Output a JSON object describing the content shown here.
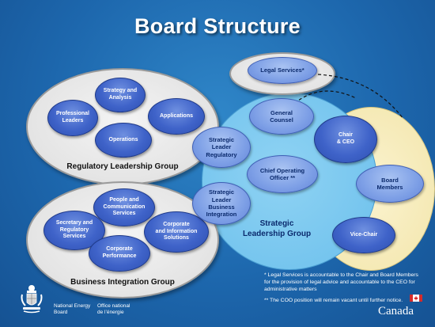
{
  "title": "Board Structure",
  "regulatory_group": {
    "label": "Regulatory Leadership Group",
    "nodes": {
      "strategy": "Strategy and\nAnalysis",
      "professional": "Professional\nLeaders",
      "applications": "Applications",
      "operations": "Operations"
    }
  },
  "business_group": {
    "label": "Business Integration Group",
    "nodes": {
      "people": "People and\nCommunication\nServices",
      "secretary": "Secretary and\nRegulatory\nServices",
      "corporate_info": "Corporate\nand Information\nSolutions",
      "corporate_perf": "Corporate\nPerformance"
    }
  },
  "strategic_group": {
    "label": "Strategic\nLeadership Group",
    "nodes": {
      "legal_services": "Legal Services*",
      "general_counsel": "General\nCounsel",
      "slr": "Strategic\nLeader\nRegulatory",
      "coo": "Chief Operating\nOfficer **",
      "slbi": "Strategic\nLeader\nBusiness\nIntegration"
    }
  },
  "board": {
    "chair": "Chair\n& CEO",
    "members": "Board\nMembers",
    "vice_chair": "Vice-Chair"
  },
  "notes": {
    "legal": "* Legal Services is accountable to the Chair and Board Members for the provision of legal advice and accountable to the CEO for administrative matters",
    "coo": "** The COO position will remain vacant until further notice."
  },
  "footer": {
    "neb_en": "National Energy\nBoard",
    "neb_fr": "Office national\nde l’énergie",
    "canada": "Canada"
  },
  "colors": {
    "background": "#1d67ad",
    "node_dark": "#3f63c9",
    "node_light": "#7d9fe6",
    "group_grey": "#e4e4e4",
    "strategic_blue": "#74c4ee",
    "board_cream": "#f4e8b2",
    "flag_red": "#d62b2b"
  },
  "icons": {
    "crest": "coat-of-arms-icon",
    "flag": "maple-leaf-flag-icon"
  }
}
